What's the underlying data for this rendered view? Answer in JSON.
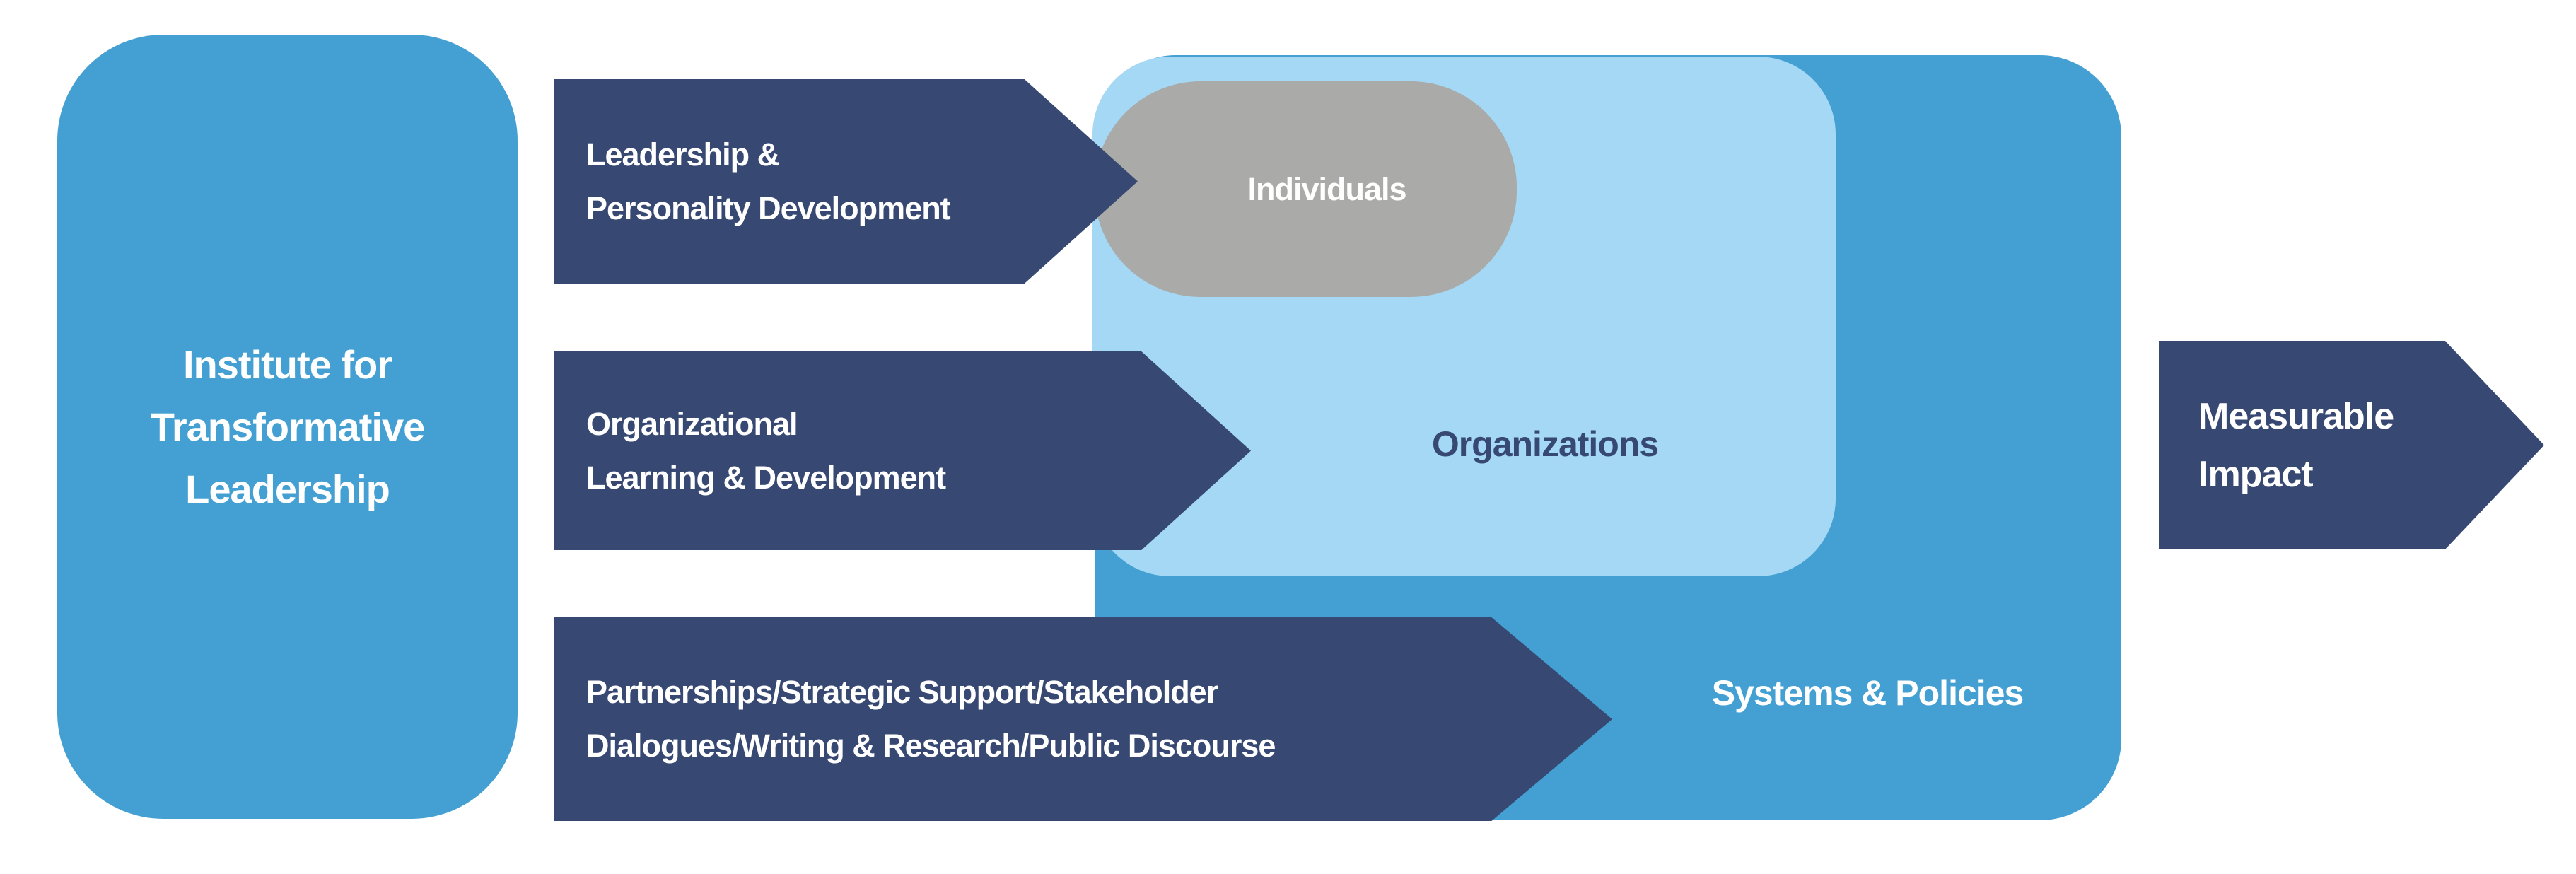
{
  "institute": {
    "lines": [
      "Institute for",
      "Transformative",
      "Leadership"
    ]
  },
  "arrows": [
    {
      "id": "leadership-personality-development",
      "lines": [
        "Leadership &",
        "Personality Development"
      ]
    },
    {
      "id": "organizational-learning-development",
      "lines": [
        "Organizational",
        "Learning & Development"
      ]
    },
    {
      "id": "partnerships-dialogues",
      "lines": [
        "Partnerships/Strategic Support/Stakeholder",
        "Dialogues/Writing & Research/Public Discourse"
      ]
    },
    {
      "id": "measurable-impact",
      "lines": [
        "Measurable",
        "Impact"
      ]
    }
  ],
  "containers": {
    "systems": {
      "label": "Systems & Policies"
    },
    "organizations": {
      "label": "Organizations"
    },
    "individuals": {
      "label": "Individuals"
    }
  },
  "palette": {
    "medium_blue": "#44A0D2",
    "navy": "#374972",
    "light_blue": "#A4D8F4",
    "gray": "#AAAAA8",
    "text_white": "#FFFFFF"
  }
}
